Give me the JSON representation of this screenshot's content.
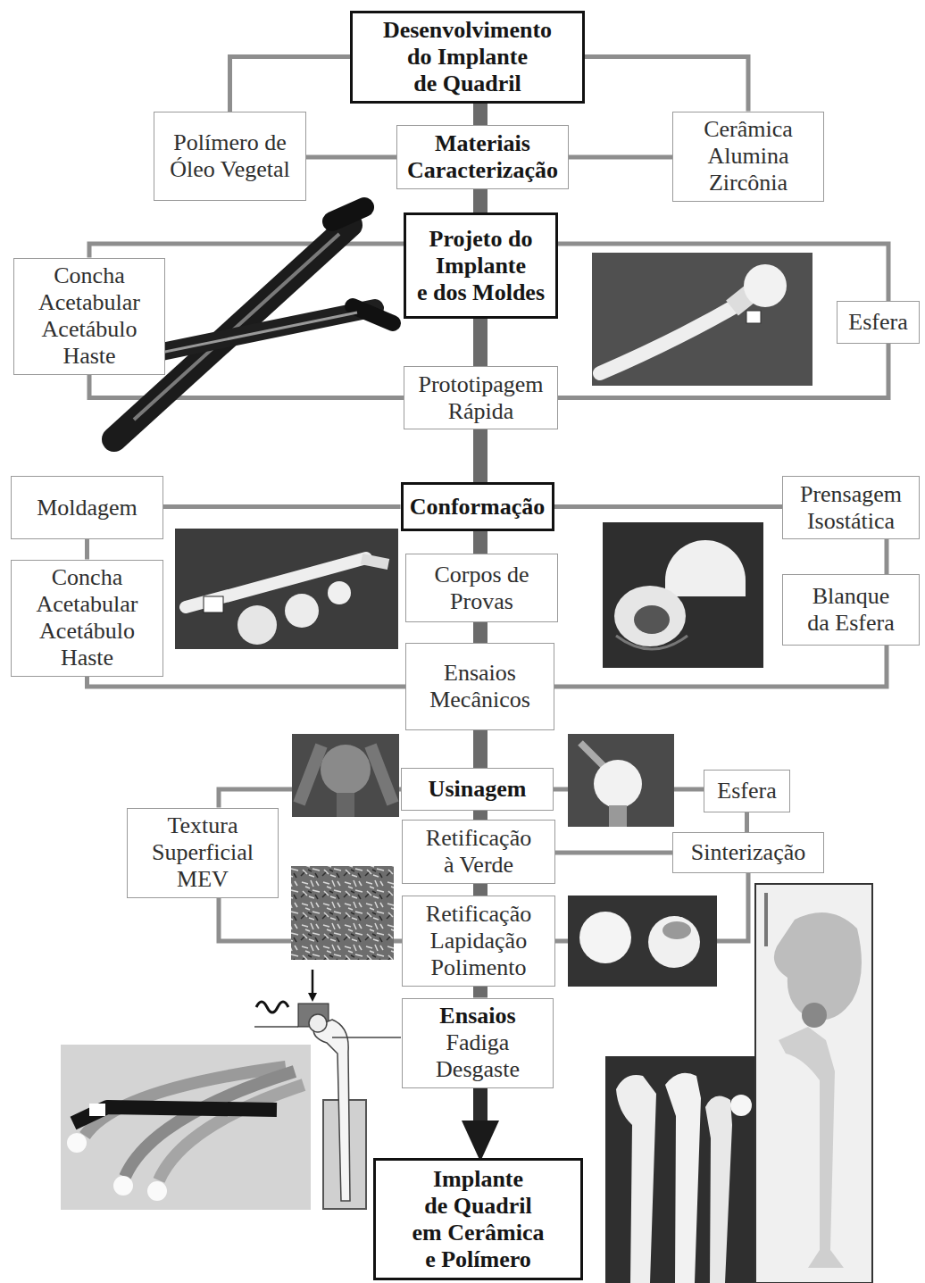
{
  "diagram": {
    "nodes": [
      {
        "text": [
          "Desenvolvimento do Implante de Quadril"
        ]
      },
      {
        "text": [
          "Polímero de Óleo Vegetal"
        ]
      },
      {
        "text": [
          "Materiais Caracterização"
        ]
      },
      {
        "text": [
          "Cerâmica Alumina Zircônia"
        ]
      },
      {
        "text": [
          "Projeto do Implante e dos Moldes"
        ]
      },
      {
        "text": [
          "Concha Acetabular Acetábulo Haste"
        ]
      },
      {
        "text": [
          "Esfera"
        ]
      },
      {
        "text": [
          "Prototipagem Rápida"
        ]
      },
      {
        "text": [
          "Moldagem"
        ]
      },
      {
        "text": [
          "Conformação"
        ]
      },
      {
        "text": [
          "Prensagem Isostática"
        ]
      },
      {
        "text": [
          "Concha Acetabular Acetábulo Haste"
        ]
      },
      {
        "text": [
          "Corpos de Provas"
        ]
      },
      {
        "text": [
          "Blanque da Esfera"
        ]
      },
      {
        "text": [
          "Ensaios Mecânicos"
        ]
      },
      {
        "text": [
          "Usinagem"
        ]
      },
      {
        "text": [
          "Esfera"
        ]
      },
      {
        "text": [
          "Textura Superficial MEV"
        ]
      },
      {
        "text": [
          "Retificação à Verde"
        ]
      },
      {
        "text": [
          "Sinterização"
        ]
      },
      {
        "text": [
          "Retificação Lapidação Polimento"
        ]
      },
      {
        "text": [
          "Ensaios",
          "Fadiga Desgaste"
        ]
      },
      {
        "text": [
          "Implante de Quadril em Cerâmica e Polímero"
        ]
      }
    ],
    "edges": [
      {
        "from": 0,
        "to": 1,
        "arrow": "none"
      },
      {
        "from": 0,
        "to": 3,
        "arrow": "none"
      },
      {
        "from": 1,
        "to": 2,
        "arrow": "none"
      },
      {
        "from": 2,
        "to": 3,
        "arrow": "none"
      },
      {
        "from": 0,
        "to": 2,
        "arrow": "none"
      },
      {
        "from": 2,
        "to": 4,
        "arrow": "none"
      },
      {
        "from": 4,
        "to": 5,
        "arrow": "none"
      },
      {
        "from": 4,
        "to": 6,
        "arrow": "none"
      },
      {
        "from": 4,
        "to": 7,
        "arrow": "none"
      },
      {
        "from": 7,
        "to": 5,
        "arrow": "none"
      },
      {
        "from": 7,
        "to": 6,
        "arrow": "none"
      },
      {
        "from": 7,
        "to": 9,
        "arrow": "none"
      },
      {
        "from": 8,
        "to": 9,
        "arrow": "none"
      },
      {
        "from": 9,
        "to": 10,
        "arrow": "none"
      },
      {
        "from": 8,
        "to": 11,
        "arrow": "none"
      },
      {
        "from": 10,
        "to": 13,
        "arrow": "none"
      },
      {
        "from": 9,
        "to": 12,
        "arrow": "none"
      },
      {
        "from": 12,
        "to": 14,
        "arrow": "none"
      },
      {
        "from": 11,
        "to": 14,
        "arrow": "none"
      },
      {
        "from": 13,
        "to": 14,
        "arrow": "none"
      },
      {
        "from": 14,
        "to": 15,
        "arrow": "none"
      },
      {
        "from": 15,
        "to": 17,
        "arrow": "none"
      },
      {
        "from": 15,
        "to": 16,
        "arrow": "none"
      },
      {
        "from": 16,
        "to": 19,
        "arrow": "none"
      },
      {
        "from": 15,
        "to": 18,
        "arrow": "none"
      },
      {
        "from": 18,
        "to": 19,
        "arrow": "none"
      },
      {
        "from": 18,
        "to": 20,
        "arrow": "none"
      },
      {
        "from": 19,
        "to": 20,
        "arrow": "none"
      },
      {
        "from": 17,
        "to": 20,
        "arrow": "none"
      },
      {
        "from": 20,
        "to": 21,
        "arrow": "none"
      },
      {
        "from": 21,
        "to": 22,
        "arrow": "to"
      }
    ]
  }
}
